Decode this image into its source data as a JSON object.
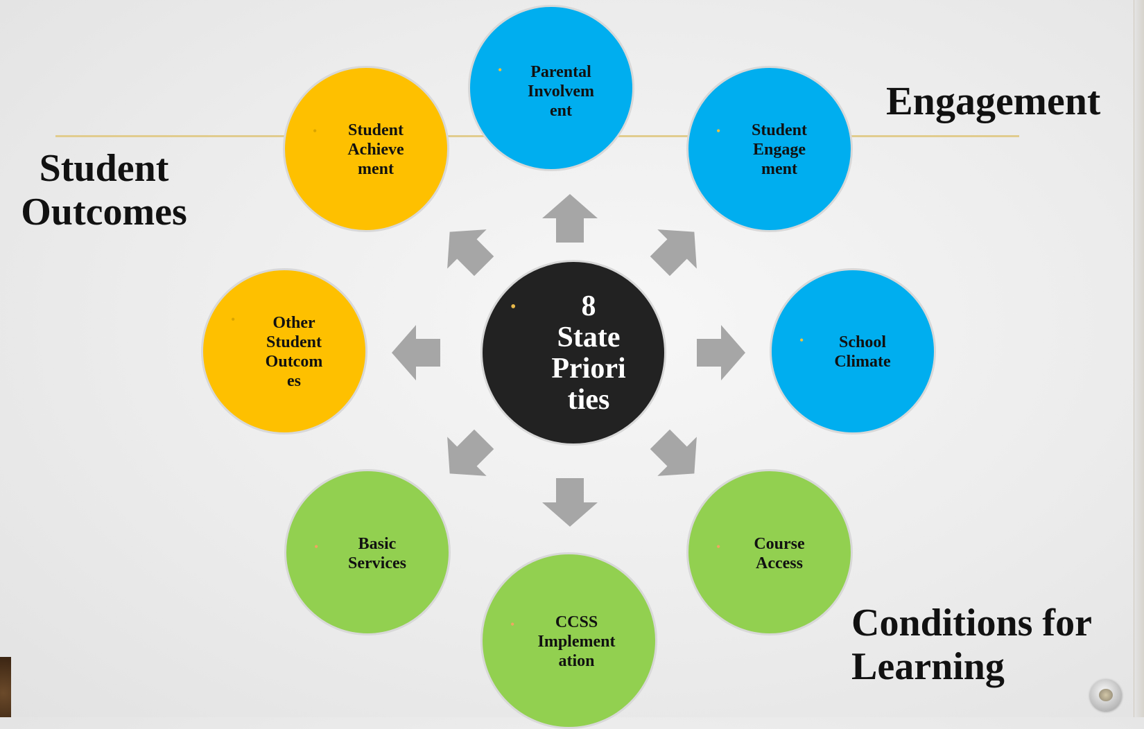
{
  "center": {
    "lines": "8\nState\nPriori\nties"
  },
  "groups": {
    "student_outcomes": "Student\nOutcomes",
    "engagement": "Engagement",
    "conditions": "Conditions for\nLearning"
  },
  "nodes": {
    "parental": "Parental\nInvolvem\nent",
    "student_engagement": "Student\nEngage\nment",
    "school_climate": "School\nClimate",
    "course_access": "Course\nAccess",
    "ccss": "CCSS\nImplement\nation",
    "basic_services": "Basic\nServices",
    "other_outcomes": "Other\nStudent\nOutcom\nes",
    "student_achievement": "Student\nAchieve\nment"
  },
  "colors": {
    "student_outcomes": "#fec000",
    "engagement": "#00aeef",
    "conditions": "#92d050",
    "center": "#222222",
    "arrow": "#a6a6a6",
    "divider": "#e1cc8e"
  },
  "icons": {
    "bullet": "•",
    "navigation": "navigation-button-icon",
    "logo": "seal-logo"
  }
}
